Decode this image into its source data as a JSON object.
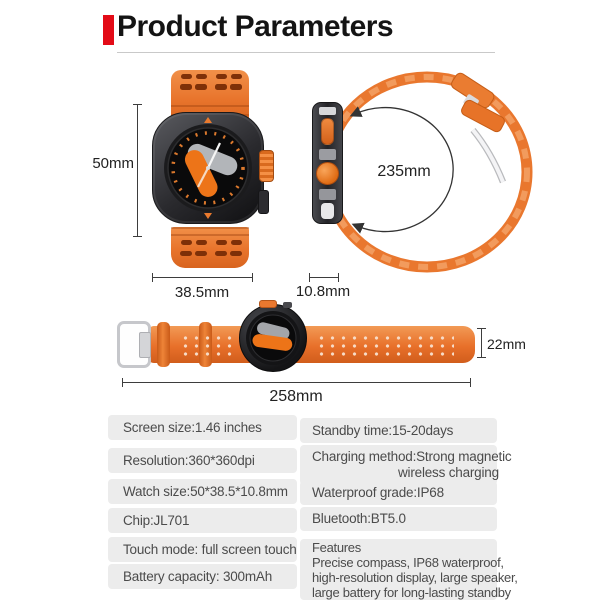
{
  "header": {
    "title": "Product Parameters"
  },
  "colors": {
    "accent_red": "#e30b17",
    "strap_orange": "#e8752c"
  },
  "dimensions": {
    "case_height": "50mm",
    "case_width": "38.5mm",
    "strap_circumference": "235mm",
    "case_thickness": "10.8mm",
    "strap_width": "22mm",
    "total_length": "258mm"
  },
  "specs": {
    "left": [
      "Screen size:1.46 inches",
      "Resolution:360*360dpi",
      "Watch size:50*38.5*10.8mm",
      "Chip:JL701",
      "Touch mode: full screen touch",
      "Battery capacity: 300mAh"
    ],
    "right": [
      {
        "lines": [
          "Standby time:15-20days"
        ]
      },
      {
        "lines": [
          "Charging method:Strong magnetic",
          "wireless charging"
        ]
      },
      {
        "lines": [
          "Waterproof grade:IP68"
        ]
      },
      {
        "lines": [
          "Bluetooth:BT5.0"
        ]
      },
      {
        "lines": [
          "Features",
          "Precise compass, IP68 waterproof,",
          "high-resolution display, large speaker,",
          "large battery for long-lasting standby"
        ]
      }
    ]
  }
}
